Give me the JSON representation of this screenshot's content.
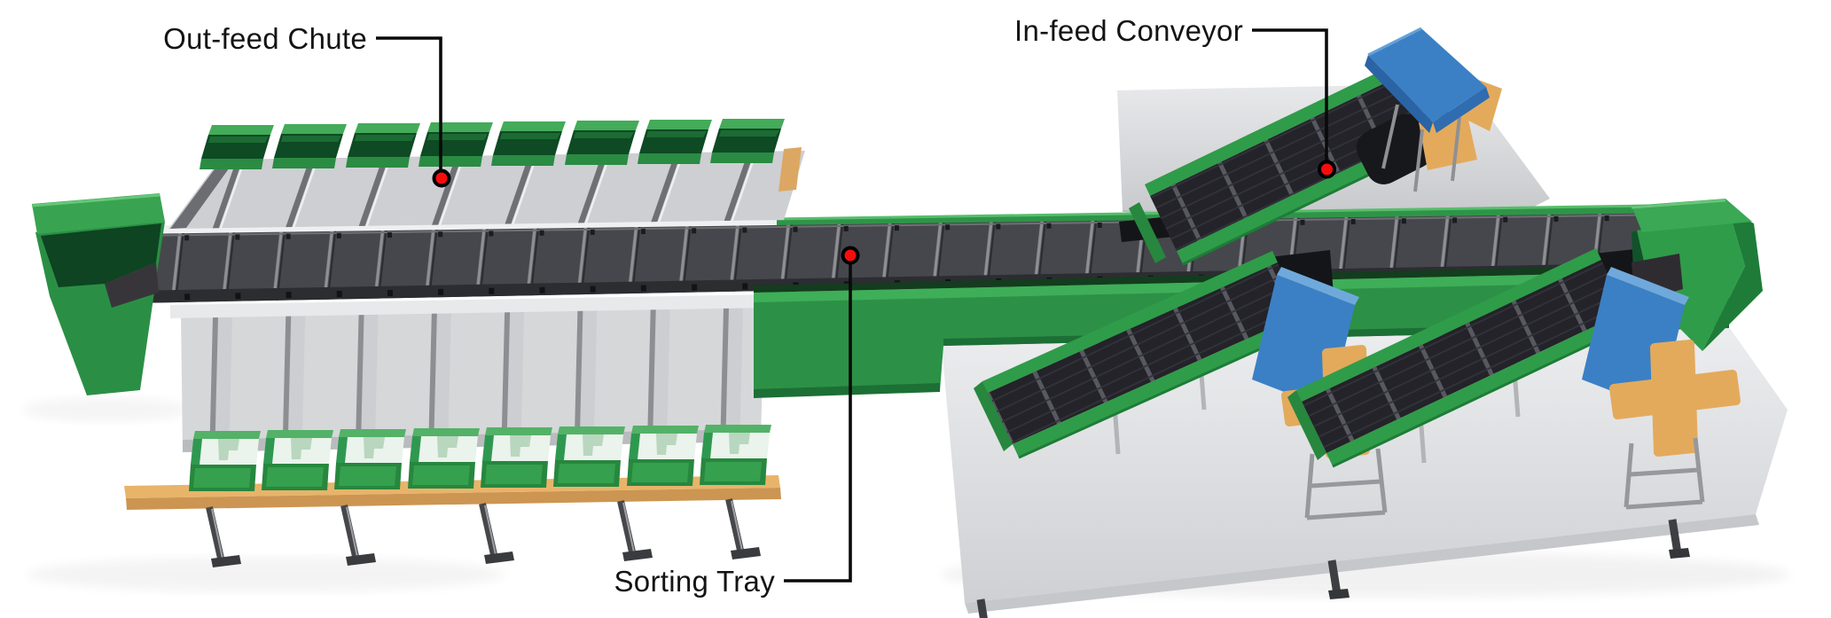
{
  "diagram": {
    "subject": "Automated parcel sorting system - labeled 3D illustration",
    "callouts": [
      {
        "id": "out-feed-chute",
        "label": "Out-feed Chute",
        "marker": "red-dot-marker"
      },
      {
        "id": "in-feed-conveyor",
        "label": "In-feed Conveyor",
        "marker": "red-dot-marker"
      },
      {
        "id": "sorting-tray",
        "label": "Sorting Tray",
        "marker": "red-dot-marker"
      }
    ],
    "colors": {
      "machine_green": "#2f9c49",
      "machine_green_dark": "#1e7c38",
      "machine_green_bright": "#4db463",
      "conveyor_belt_gray": "#46474c",
      "belt_divider_gray": "#8e8f94",
      "chute_gray": "#d4d5d8",
      "chute_divider_gray": "#75767b",
      "platform_gray": "#dcdde0",
      "work_table_blue": "#3b80c5",
      "work_table_blue_dark": "#2a62a0",
      "stand_tan": "#e3aa5c",
      "marker_red": "#f40b0b",
      "callout_line_black": "#000000",
      "background": "#ffffff"
    }
  }
}
